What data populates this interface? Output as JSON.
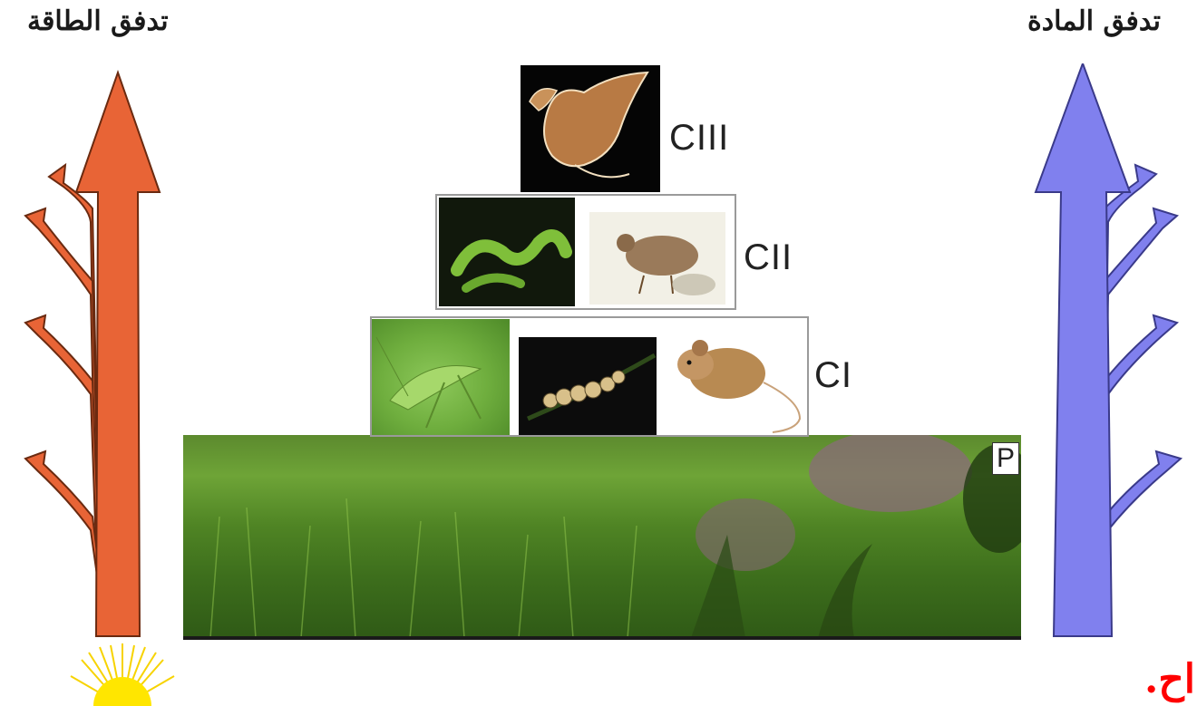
{
  "titles": {
    "energy_flow": "تدفق الطاقة",
    "matter_flow": "تدفق المادة"
  },
  "levels": {
    "tertiary": "CIII",
    "secondary": "CII",
    "primary": "CI",
    "producers": "P"
  },
  "footer_text": "اح.",
  "colors": {
    "energy_arrow": "#e86436",
    "matter_arrow": "#8080ee",
    "sun": "#ffe600",
    "footer_text": "#ff0000"
  },
  "icons": {
    "tertiary_consumer": "hawk-image",
    "secondary_consumers": [
      "snake-image",
      "quail-image"
    ],
    "primary_consumers": [
      "grasshopper-image",
      "caterpillar-image",
      "mouse-image"
    ],
    "producers": "grass-field-image",
    "energy_source": "sun-icon"
  }
}
